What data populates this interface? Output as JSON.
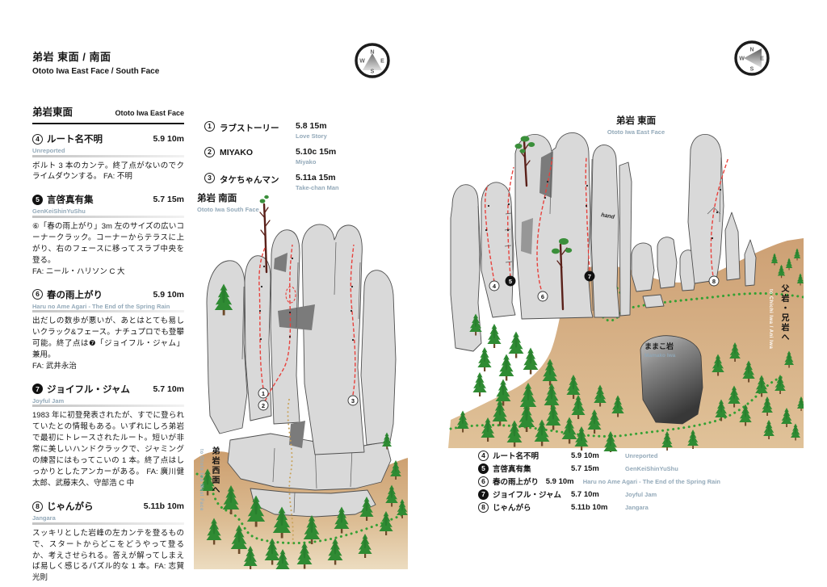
{
  "header": {
    "title_jp": "弟岩 東面 / 南面",
    "title_en": "Ototo Iwa East Face / South Face"
  },
  "compass": {
    "n": "N",
    "e": "E",
    "s": "S",
    "w": "W"
  },
  "east_section": {
    "heading_jp": "弟岩東面",
    "heading_en": "Ototo Iwa East Face",
    "routes": [
      {
        "num": "4",
        "filled": false,
        "name_jp": "ルート名不明",
        "grade": "5.9 10m",
        "name_en": "Unreported",
        "desc": "ボルト 3 本のカンテ。終了点がないのでクライムダウンする。 FA: 不明"
      },
      {
        "num": "5",
        "filled": true,
        "name_jp": "言啓真有集",
        "grade": "5.7 15m",
        "name_en": "GenKeiShinYuShu",
        "desc": "⑥「春の雨上がり」3m 左のサイズの広いコーナークラック。コーナーからテラスに上がり、右のフェースに移ってスラブ中央を登る。\nFA: ニール・ハリソン C 大"
      },
      {
        "num": "6",
        "filled": false,
        "name_jp": "春の雨上がり",
        "grade": "5.9 10m",
        "name_en": "Haru no Ame Agari - The End of the Spring Rain",
        "desc": "出だしの数歩が悪いが、あとはとても易しいクラック&フェース。ナチュプロでも登攀可能。終了点は❼「ジョイフル・ジャム」兼用。\nFA: 武井永治"
      },
      {
        "num": "7",
        "filled": true,
        "name_jp": "ジョイフル・ジャム",
        "grade": "5.7 10m",
        "name_en": "Joyful Jam",
        "desc": "1983 年に初登発表されたが、すでに登られていたとの情報もある。いずれにしろ弟岩で最初にトレースされたルート。短いが非常に美しいハンドクラックで、ジャミングの練習にはもってこいの 1 本。終了点はしっかりとしたアンカーがある。 FA: 廣川健太郎、武藤末久、守部浩 C 中"
      },
      {
        "num": "8",
        "filled": false,
        "name_jp": "じゃんがら",
        "grade": "5.11b 10m",
        "name_en": "Jangara",
        "desc": "スッキリとした岩峰の左カンテを登るもので、スタートからどこをどうやって登るか、考えさせられる。答えが解ってしまえば易しく感じるパズル的な 1 本。FA: 志賀光則"
      }
    ]
  },
  "south_list": {
    "routes": [
      {
        "num": "1",
        "name_jp": "ラブストーリー",
        "grade": "5.8 15m",
        "name_en": "Love Story"
      },
      {
        "num": "2",
        "name_jp": "MIYAKO",
        "grade": "5.10c 15m",
        "name_en": "Miyako"
      },
      {
        "num": "3",
        "name_jp": "タケちゃんマン",
        "grade": "5.11a 15m",
        "name_en": "Take-chan Man"
      }
    ]
  },
  "south_diagram": {
    "title_jp": "弟岩 南面",
    "title_en": "Ototo Iwa South Face",
    "markers": [
      "1",
      "2",
      "3"
    ],
    "exit_jp": "弟岩西面へ",
    "exit_en": "to Ototo Iwa West Face"
  },
  "east_diagram": {
    "title_jp": "弟岩 東面",
    "title_en": "Ototo Iwa East Face",
    "markers": [
      {
        "num": "4",
        "filled": false
      },
      {
        "num": "5",
        "filled": true
      },
      {
        "num": "6",
        "filled": false
      },
      {
        "num": "7",
        "filled": true
      },
      {
        "num": "8",
        "filled": false
      }
    ],
    "hand": "hand",
    "mamako_jp": "ままこ岩",
    "mamako_en": "Mamako Iwa",
    "exit_jp": "父岩・兄岩へ",
    "exit_en": "to Chichi Iwa / Ani Iwa"
  },
  "east_summary": {
    "routes": [
      {
        "num": "4",
        "filled": false,
        "name_jp": "ルート名不明",
        "grade": "5.9 10m",
        "name_en": "Unreported"
      },
      {
        "num": "5",
        "filled": true,
        "name_jp": "言啓真有集",
        "grade": "5.7 15m",
        "name_en": "GenKeiShinYuShu"
      },
      {
        "num": "6",
        "filled": false,
        "name_jp": "春の雨上がり",
        "grade": "5.9 10m",
        "name_en": "Haru no Ame Agari - The End of the Spring Rain"
      },
      {
        "num": "7",
        "filled": true,
        "name_jp": "ジョイフル・ジャム",
        "grade": "5.7 10m",
        "name_en": "Joyful Jam"
      },
      {
        "num": "8",
        "filled": false,
        "name_jp": "じゃんがら",
        "grade": "5.11b 10m",
        "name_en": "Jangara"
      }
    ]
  },
  "colors": {
    "route_red": "#e8413c",
    "trail_green": "#33a033",
    "ground_tan": "#cfa377",
    "subtitle_blue": "#93a9b9"
  }
}
